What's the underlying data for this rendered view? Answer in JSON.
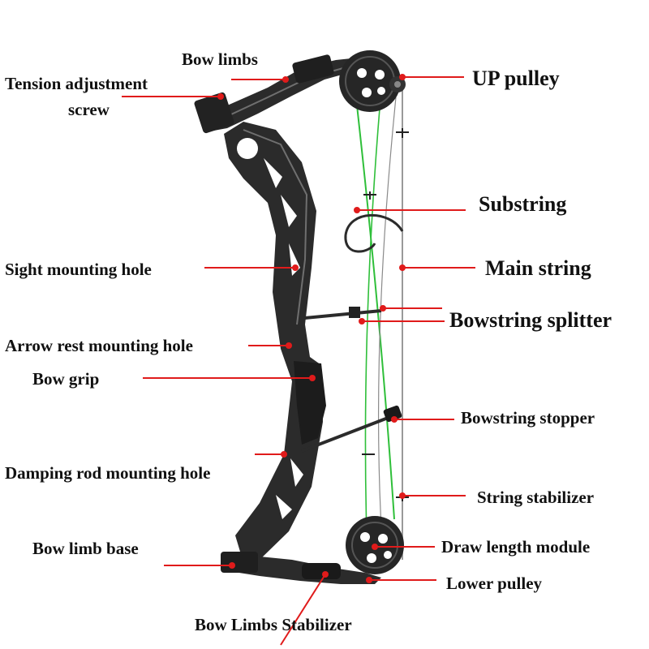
{
  "colors": {
    "background": "#ffffff",
    "riser": "#2b2b2b",
    "riser_highlight": "#6f6f6f",
    "leader_line": "#e01b1b",
    "string_main": "#9a9a9a",
    "string_accent": "#2fbf3a",
    "label_text": "#111111"
  },
  "labels": {
    "bow_limbs": "Bow limbs",
    "tension_adjustment_line1": "Tension adjustment",
    "tension_adjustment_line2": "screw",
    "up_pulley": "UP pulley",
    "substring": "Substring",
    "sight_mounting_hole": "Sight mounting hole",
    "main_string": "Main string",
    "bowstring_splitter": "Bowstring splitter",
    "arrow_rest_mounting_hole": "Arrow rest mounting hole",
    "bow_grip": "Bow grip",
    "bowstring_stopper": "Bowstring stopper",
    "damping_rod_mounting_hole": "Damping rod mounting hole",
    "string_stabilizer": "String stabilizer",
    "bow_limb_base": "Bow limb base",
    "draw_length_module": "Draw length module",
    "lower_pulley": "Lower pulley",
    "bow_limbs_stabilizer": "Bow Limbs Stabilizer"
  }
}
